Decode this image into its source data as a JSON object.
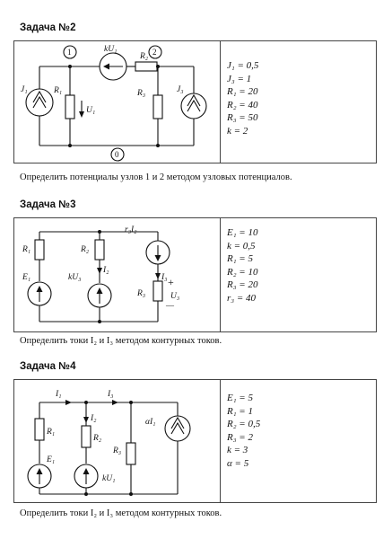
{
  "tasks": [
    {
      "title": "Задача №2",
      "params": [
        "J₁ = 0,5",
        "J₃ = 1",
        "R₁ = 20",
        "R₂ = 40",
        "R₃ = 50",
        "k = 2"
      ],
      "statement": "Определить потенциалы узлов 1 и 2 методом узловых потенциалов.",
      "labels": {
        "node1": "1",
        "node2": "2",
        "node0": "0",
        "kU1": "kU₁",
        "R2": "R₂",
        "R1": "R₁",
        "U1": "U₁",
        "R3": "R₃",
        "J1": "J₁",
        "J3": "J₃"
      }
    },
    {
      "title": "Задача №3",
      "params": [
        "E₁ = 10",
        "k = 0,5",
        "R₁ = 5",
        "R₂ = 10",
        "R₃ = 20",
        "r₃ = 40"
      ],
      "statement": "Определить токи I₂ и I₃ методом контурных токов.",
      "labels": {
        "R1": "R₁",
        "E1": "E₁",
        "R2": "R₂",
        "kU3": "kU₃",
        "I2": "I₂",
        "r3I2": "r₃I₂",
        "I3": "I₃",
        "R3": "R₃",
        "U3": "U₃",
        "plus": "+",
        "minus": "—"
      }
    },
    {
      "title": "Задача №4",
      "params": [
        "E₁ = 5",
        "R₁ = 1",
        "R₂ = 0,5",
        "R₃ = 2",
        "k = 3",
        "α = 5"
      ],
      "statement": "Определить токи I₂ и I₃ методом контурных токов.",
      "labels": {
        "I1": "I₁",
        "I3": "I₃",
        "I2": "I₂",
        "R1": "R₁",
        "R2": "R₂",
        "R3": "R₃",
        "E1": "E₁",
        "kU1": "kU₁",
        "aI1": "αI₁"
      }
    }
  ]
}
